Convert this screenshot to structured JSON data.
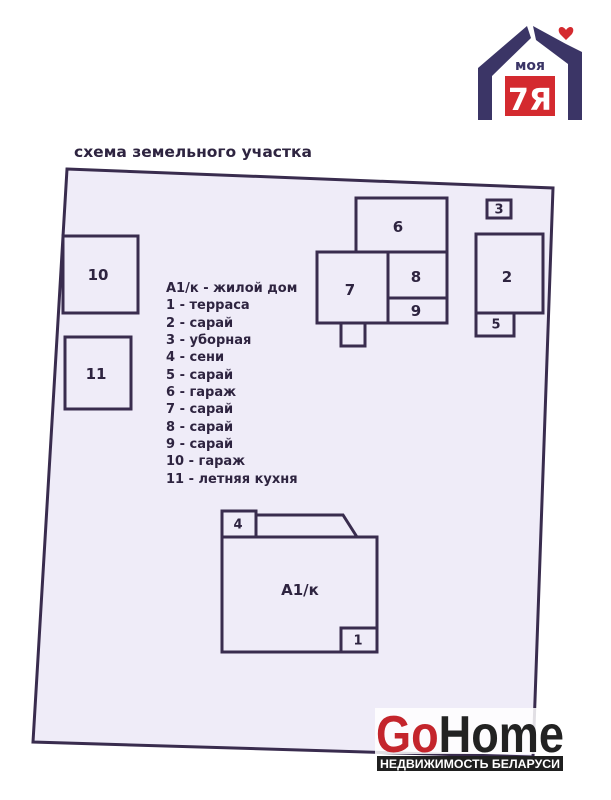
{
  "title": "схема земельного участка",
  "buildings": {
    "b10": "10",
    "b11": "11",
    "b6": "6",
    "b7": "7",
    "b8": "8",
    "b9": "9",
    "b3": "3",
    "b2": "2",
    "b5": "5",
    "b4": "4",
    "main": "А1/к",
    "b1": "1"
  },
  "legend": [
    "А1/к - жилой дом",
    "1 - терраса",
    "2 - сарай",
    "3 - уборная",
    "4 - сени",
    "5 - сарай",
    "6 - гараж",
    "7 - сарай",
    "8 - сарай",
    "9 - сарай",
    "10 - гараж",
    "11 - летняя кухня"
  ],
  "logo_top": {
    "text_top": "моя",
    "text_bottom": "7Я"
  },
  "logo_bottom": {
    "brand_go": "Go",
    "brand_home": "Home",
    "tagline": "НЕДВИЖИМОСТЬ БЕЛАРУСИ"
  },
  "colors": {
    "outline": "#392c4e",
    "fill": "#efecf8",
    "accent_red": "#d42a2f"
  }
}
